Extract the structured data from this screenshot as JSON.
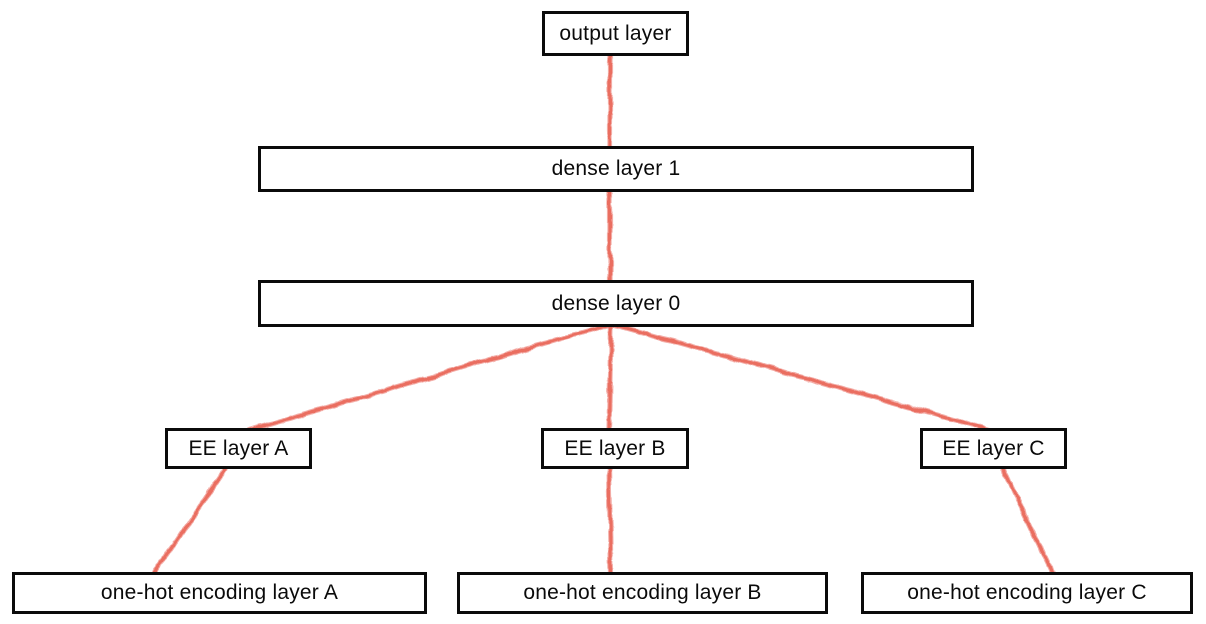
{
  "diagram": {
    "nodes": [
      {
        "id": "output-layer",
        "label": "output layer"
      },
      {
        "id": "dense-layer-1",
        "label": "dense layer 1"
      },
      {
        "id": "dense-layer-0",
        "label": "dense layer 0"
      },
      {
        "id": "ee-layer-a",
        "label": "EE layer A"
      },
      {
        "id": "ee-layer-b",
        "label": "EE layer B"
      },
      {
        "id": "ee-layer-c",
        "label": "EE layer C"
      },
      {
        "id": "one-hot-a",
        "label": "one-hot encoding layer A"
      },
      {
        "id": "one-hot-b",
        "label": "one-hot encoding layer B"
      },
      {
        "id": "one-hot-c",
        "label": "one-hot encoding layer C"
      }
    ],
    "edges": [
      {
        "from": "output-layer",
        "to": "dense-layer-1"
      },
      {
        "from": "dense-layer-1",
        "to": "dense-layer-0"
      },
      {
        "from": "dense-layer-0",
        "to": "ee-layer-a"
      },
      {
        "from": "dense-layer-0",
        "to": "ee-layer-b"
      },
      {
        "from": "dense-layer-0",
        "to": "ee-layer-c"
      },
      {
        "from": "ee-layer-a",
        "to": "one-hot-a"
      },
      {
        "from": "ee-layer-b",
        "to": "one-hot-b"
      },
      {
        "from": "ee-layer-c",
        "to": "one-hot-c"
      }
    ]
  },
  "colors": {
    "edge": "#e9695e",
    "node_border": "#0b0b0b",
    "node_fill": "#ffffff",
    "text": "#0a0a0a",
    "background": "#ffffff"
  }
}
